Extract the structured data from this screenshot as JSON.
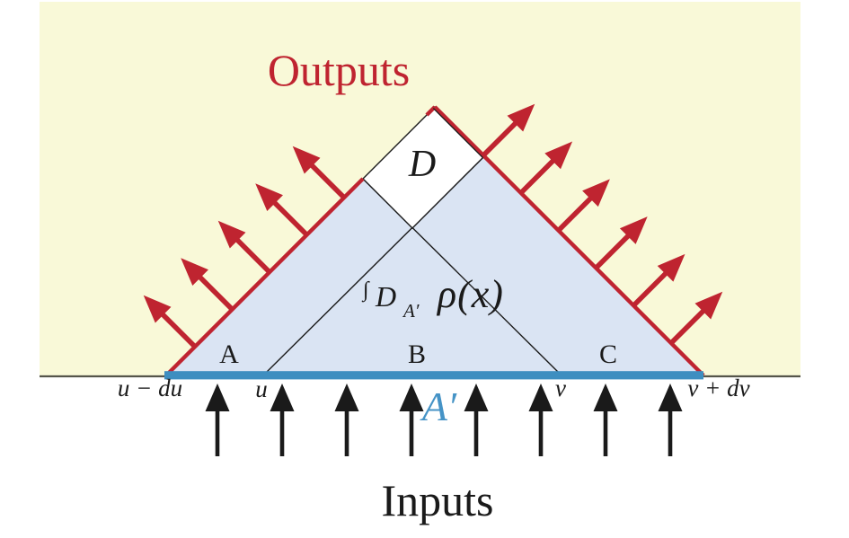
{
  "title": "Diagram of inputs and outputs through a triangular domain with region D",
  "labels": {
    "outputs": "Outputs",
    "inputs": "Inputs",
    "region_d": "D",
    "region_a": "A",
    "region_b": "B",
    "region_c": "C",
    "tick_u_minus_du": "u − du",
    "tick_u": "u",
    "tick_v": "v",
    "tick_v_plus_dv": "v + dv",
    "a_prime": "A′",
    "integral_sign": "∫",
    "integral_domain": "D",
    "integral_domain_sub": "A′",
    "integral_integrand": "ρ(x)"
  },
  "colors": {
    "arrow_red": "#bf2430",
    "background_yellow": "#f9f9d8",
    "triangle_blue": "#dae4f3",
    "band_blue": "#3e8ec0",
    "a_prime_blue": "#4593c6",
    "baseline_gray": "#55554a"
  }
}
